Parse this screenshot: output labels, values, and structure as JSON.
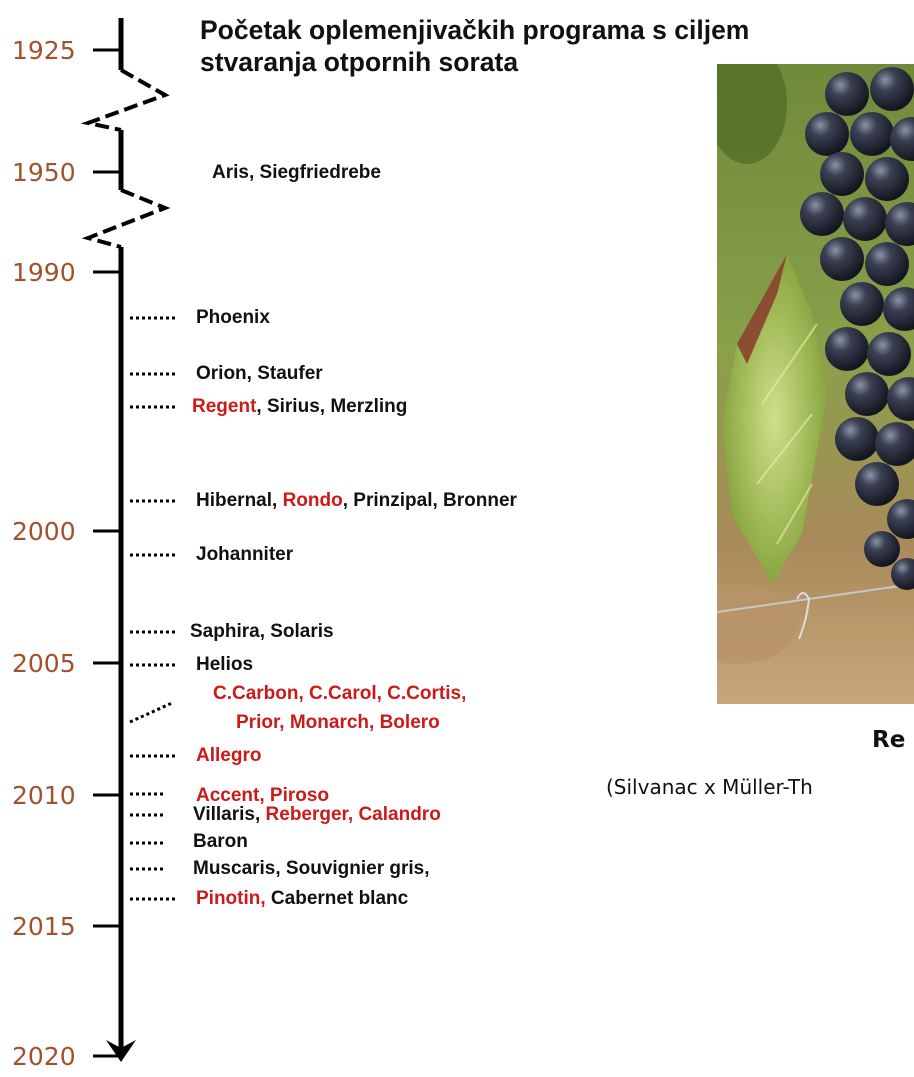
{
  "title": {
    "line1": "Početak oplemenjivačkih programa s ciljem",
    "line2": "stvaranja otpornih sorata"
  },
  "years": [
    "1925",
    "1950",
    "1990",
    "2000",
    "2005",
    "2010",
    "2015",
    "2020"
  ],
  "entries": {
    "e1950": "Aris, Siegfriedrebe",
    "phoenix": "Phoenix",
    "orion": "Orion, Staufer",
    "regent": {
      "red": "Regent",
      "rest": ", Sirius, Merzling"
    },
    "hibernal": {
      "a": "Hibernal, ",
      "red": "Rondo",
      "b": ", Prinzipal, Bronner"
    },
    "johanniter": "Johanniter",
    "saphira": "Saphira, Solaris",
    "helios": "Helios",
    "carbon_line1": "C.Carbon, C.Carol, C.Cortis,",
    "carbon_line2": "Prior, Monarch, Bolero",
    "allegro": "Allegro",
    "accent": "Accent, Piroso",
    "villaris": {
      "a": "Villaris, ",
      "red": "Reberger, Calandro"
    },
    "baron": "Baron",
    "muscaris": "Muscaris, Souvignier gris,",
    "pinotin": {
      "red": "Pinotin,",
      "rest": " Cabernet blanc"
    }
  },
  "photo": {
    "subject": "dark grape cluster on vine",
    "icon": "grape-photo"
  },
  "caption": {
    "name": "Re",
    "parents": "(Silvanac x Müller-Th"
  },
  "colors": {
    "year": "#a0522d",
    "highlight": "#cc1a1a",
    "text": "#111111"
  }
}
